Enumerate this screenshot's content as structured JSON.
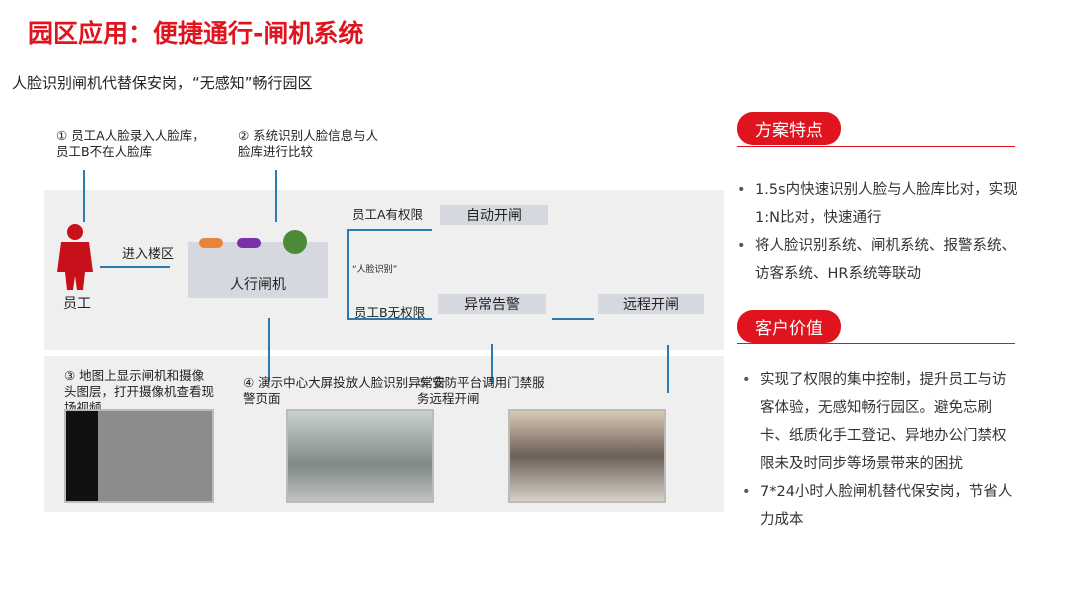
{
  "title": "园区应用：便捷通行-闸机系统",
  "subtitle": "人脸识别闸机代替保安岗，“无感知”畅行园区",
  "diagram": {
    "step1": "① 员工A人脸录入人脸库，员工B不在人脸库",
    "step2": "② 系统识别人脸信息与人脸库进行比较",
    "employee": "员工",
    "enter": "进入楼区",
    "gate": "人行闸机",
    "face_recognition": "“人脸识别”",
    "a_perm": "员工A有权限",
    "b_noperm": "员工B无权限",
    "auto_open": "自动开闸",
    "alarm": "异常告警",
    "remote_open": "远程开闸",
    "step3": "③ 地图上显示闸机和摄像头图层，打开摄像机查看现场视频",
    "step4": "④ 演示中心大屏投放人脸识别异常告警页面",
    "step5": "⑤ 安防平台调用门禁服务远程开闸"
  },
  "features": {
    "heading": "方案特点",
    "items": [
      "1.5s内快速识别人脸与人脸库比对，实现1:N比对，快速通行",
      "将人脸识别系统、闸机系统、报警系统、访客系统、HR系统等联动"
    ]
  },
  "value": {
    "heading": "客户价值",
    "items": [
      "实现了权限的集中控制，提升员工与访客体验，无感知畅行园区。避免忘刷卡、纸质化手工登记、异地办公门禁权限未及时同步等场景带来的困扰",
      "7*24小时人脸闸机替代保安岗，节省人力成本"
    ]
  },
  "colors": {
    "accent": "#e0141e",
    "arrow": "#2b7bb0"
  }
}
